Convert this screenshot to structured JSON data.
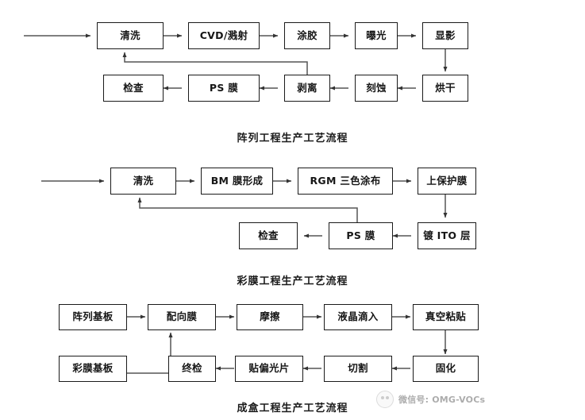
{
  "diagrams": [
    {
      "id": "array-process",
      "caption": "阵列工程生产工艺流程",
      "nodes": [
        {
          "key": "a1",
          "label": "清洗"
        },
        {
          "key": "a2",
          "label": "CVD/溅射"
        },
        {
          "key": "a3",
          "label": "涂胶"
        },
        {
          "key": "a4",
          "label": "曝光"
        },
        {
          "key": "a5",
          "label": "显影"
        },
        {
          "key": "a6",
          "label": "烘干"
        },
        {
          "key": "a7",
          "label": "刻蚀"
        },
        {
          "key": "a8",
          "label": "剥离"
        },
        {
          "key": "a9",
          "label": "PS 膜"
        },
        {
          "key": "a10",
          "label": "检查"
        }
      ]
    },
    {
      "id": "color-filter-process",
      "caption": "彩膜工程生产工艺流程",
      "nodes": [
        {
          "key": "b1",
          "label": "清洗"
        },
        {
          "key": "b2",
          "label": "BM 膜形成"
        },
        {
          "key": "b3",
          "label": "RGM 三色涂布"
        },
        {
          "key": "b4",
          "label": "上保护膜"
        },
        {
          "key": "b5",
          "label": "镀 ITO 层"
        },
        {
          "key": "b6",
          "label": "PS 膜"
        },
        {
          "key": "b7",
          "label": "检查"
        }
      ]
    },
    {
      "id": "cell-assembly-process",
      "caption": "成盒工程生产工艺流程",
      "nodes": [
        {
          "key": "c1",
          "label": "阵列基板"
        },
        {
          "key": "c2",
          "label": "配向膜"
        },
        {
          "key": "c3",
          "label": "摩擦"
        },
        {
          "key": "c4",
          "label": "液晶滴入"
        },
        {
          "key": "c5",
          "label": "真空粘贴"
        },
        {
          "key": "c6",
          "label": "固化"
        },
        {
          "key": "c7",
          "label": "切割"
        },
        {
          "key": "c8",
          "label": "贴偏光片"
        },
        {
          "key": "c9",
          "label": "终检"
        },
        {
          "key": "c10",
          "label": "彩膜基板"
        }
      ]
    }
  ],
  "watermark": {
    "text": "微信号: OMG-VOCs",
    "logo_icon": "circle-logo-icon"
  },
  "colors": {
    "stroke": "#1a1a1a",
    "wire": "#555555",
    "background": "#ffffff",
    "watermark_text": "#8d8d8d"
  }
}
